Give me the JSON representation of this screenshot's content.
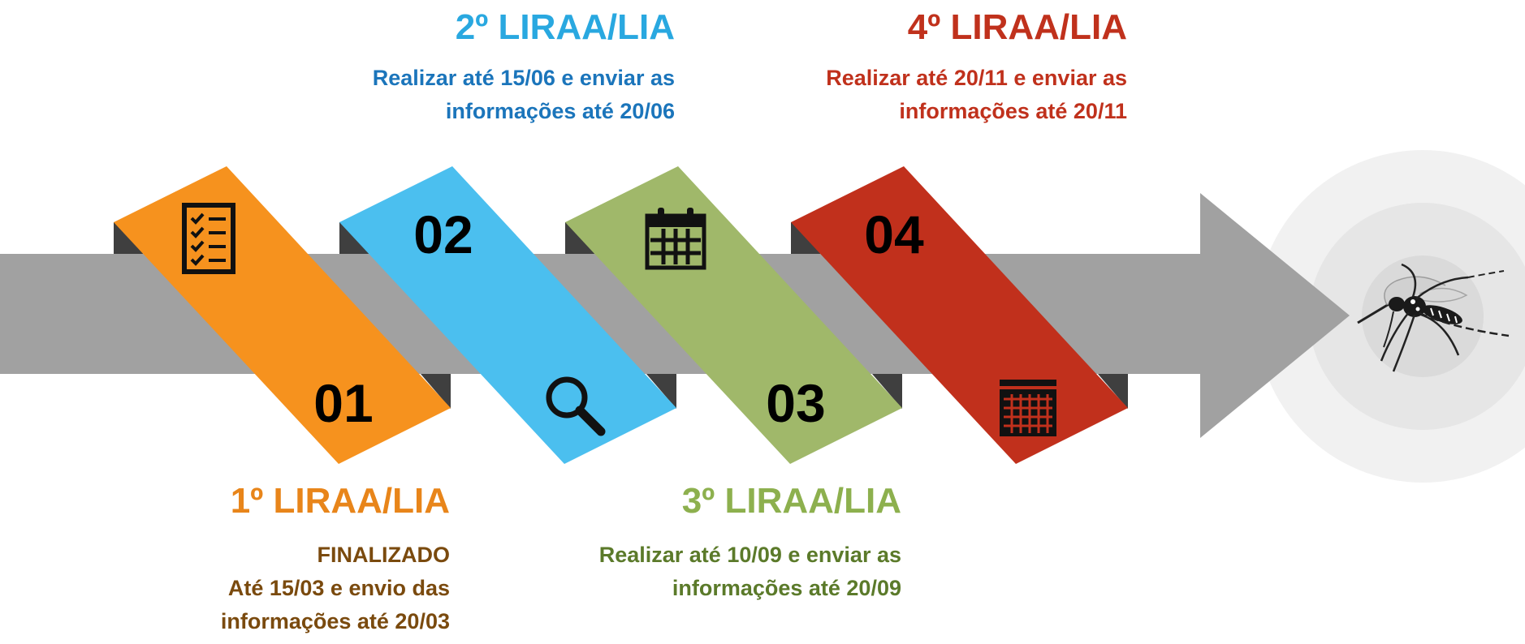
{
  "colors": {
    "orange": "#F6921E",
    "orange_text": "#E8851A",
    "orange_dark_text": "#7A4A0E",
    "blue": "#4BBFEF",
    "blue_text": "#29A8E0",
    "blue_dark_text": "#1B75BB",
    "green": "#A0B86A",
    "green_text": "#8DB04E",
    "green_dark_text": "#5B7A2A",
    "red": "#C1301C",
    "red_text": "#C0311C",
    "arrow": "#A1A1A1",
    "fold": "#3F3F3F"
  },
  "steps": [
    {
      "number": "01",
      "icon": "checklist-icon",
      "title": "1º LIRAA/LIA",
      "lines": [
        "FINALIZADO",
        "Até 15/03 e envio das",
        "informações até 20/03"
      ]
    },
    {
      "number": "02",
      "icon": "magnifier-icon",
      "title": "2º LIRAA/LIA",
      "lines": [
        "Realizar até 15/06 e enviar as",
        "informações até 20/06"
      ]
    },
    {
      "number": "03",
      "icon": "calendar-icon",
      "title": "3º LIRAA/LIA",
      "lines": [
        "Realizar até 10/09 e enviar as",
        "informações até 20/09"
      ]
    },
    {
      "number": "04",
      "icon": "calendar-grid-icon",
      "title": "4º LIRAA/LIA",
      "lines": [
        "Realizar até 20/11 e enviar as",
        "informações até 20/11"
      ]
    }
  ],
  "illustration": "mosquito-icon"
}
